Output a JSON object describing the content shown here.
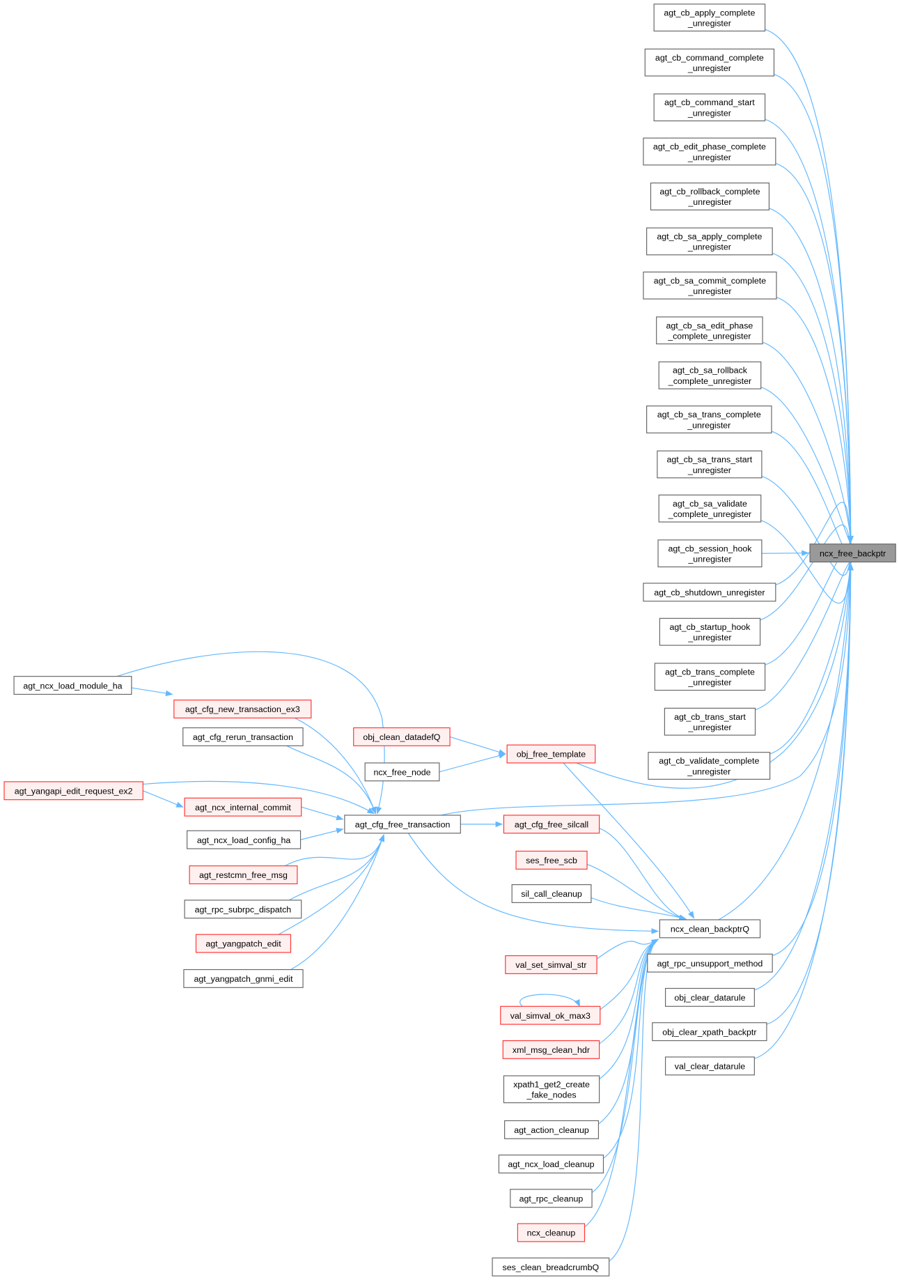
{
  "graph": {
    "title": "ncx_free_backptr caller graph",
    "colors": {
      "edge": "#63b8ff",
      "node_fill": "#ffffff",
      "node_stroke": "#666666",
      "red_fill": "#fff0f0",
      "red_stroke": "#ff3333",
      "current_fill": "#999999",
      "current_stroke": "#666666"
    },
    "nodes": [
      {
        "id": "ncx_free_backptr",
        "label": "ncx_free_backptr",
        "style": "current"
      },
      {
        "id": "n1",
        "label": "agt_cb_apply_complete\n_unregister",
        "style": "normal"
      },
      {
        "id": "n2",
        "label": "agt_cb_command_complete\n_unregister",
        "style": "normal"
      },
      {
        "id": "n3",
        "label": "agt_cb_command_start\n_unregister",
        "style": "normal"
      },
      {
        "id": "n4",
        "label": "agt_cb_edit_phase_complete\n_unregister",
        "style": "normal"
      },
      {
        "id": "n5",
        "label": "agt_cb_rollback_complete\n_unregister",
        "style": "normal"
      },
      {
        "id": "n6",
        "label": "agt_cb_sa_apply_complete\n_unregister",
        "style": "normal"
      },
      {
        "id": "n7",
        "label": "agt_cb_sa_commit_complete\n_unregister",
        "style": "normal"
      },
      {
        "id": "n8",
        "label": "agt_cb_sa_edit_phase\n_complete_unregister",
        "style": "normal"
      },
      {
        "id": "n9",
        "label": "agt_cb_sa_rollback\n_complete_unregister",
        "style": "normal"
      },
      {
        "id": "n10",
        "label": "agt_cb_sa_trans_complete\n_unregister",
        "style": "normal"
      },
      {
        "id": "n11",
        "label": "agt_cb_sa_trans_start\n_unregister",
        "style": "normal"
      },
      {
        "id": "n12",
        "label": "agt_cb_sa_validate\n_complete_unregister",
        "style": "normal"
      },
      {
        "id": "n13",
        "label": "agt_cb_session_hook\n_unregister",
        "style": "normal"
      },
      {
        "id": "n14",
        "label": "agt_cb_shutdown_unregister",
        "style": "normal"
      },
      {
        "id": "n15",
        "label": "agt_cb_startup_hook\n_unregister",
        "style": "normal"
      },
      {
        "id": "n16",
        "label": "agt_cb_trans_complete\n_unregister",
        "style": "normal"
      },
      {
        "id": "n17",
        "label": "agt_cb_trans_start\n_unregister",
        "style": "normal"
      },
      {
        "id": "n18",
        "label": "agt_cb_validate_complete\n_unregister",
        "style": "normal"
      },
      {
        "id": "n19",
        "label": "agt_rpc_unsupport_method",
        "style": "normal"
      },
      {
        "id": "n20",
        "label": "obj_clear_datarule",
        "style": "normal"
      },
      {
        "id": "n21",
        "label": "obj_clear_xpath_backptr",
        "style": "normal"
      },
      {
        "id": "n22",
        "label": "val_clear_datarule",
        "style": "normal"
      },
      {
        "id": "ncx_clean_backptrQ",
        "label": "ncx_clean_backptrQ",
        "style": "normal"
      },
      {
        "id": "obj_free_template",
        "label": "obj_free_template",
        "style": "red"
      },
      {
        "id": "obj_clean_datadefQ",
        "label": "obj_clean_datadefQ",
        "style": "red"
      },
      {
        "id": "ncx_free_node",
        "label": "ncx_free_node",
        "style": "normal"
      },
      {
        "id": "agt_cfg_free_transaction",
        "label": "agt_cfg_free_transaction",
        "style": "normal"
      },
      {
        "id": "agt_cfg_free_silcall",
        "label": "agt_cfg_free_silcall",
        "style": "red"
      },
      {
        "id": "ses_free_scb",
        "label": "ses_free_scb",
        "style": "red"
      },
      {
        "id": "sil_call_cleanup",
        "label": "sil_call_cleanup",
        "style": "normal"
      },
      {
        "id": "val_set_simval_str",
        "label": "val_set_simval_str",
        "style": "red"
      },
      {
        "id": "val_simval_ok_max3",
        "label": "val_simval_ok_max3",
        "style": "red"
      },
      {
        "id": "xml_msg_clean_hdr",
        "label": "xml_msg_clean_hdr",
        "style": "red"
      },
      {
        "id": "xpath1_get2_create_fake_nodes",
        "label": "xpath1_get2_create\n_fake_nodes",
        "style": "normal"
      },
      {
        "id": "agt_action_cleanup",
        "label": "agt_action_cleanup",
        "style": "normal"
      },
      {
        "id": "agt_ncx_load_cleanup",
        "label": "agt_ncx_load_cleanup",
        "style": "normal"
      },
      {
        "id": "agt_rpc_cleanup",
        "label": "agt_rpc_cleanup",
        "style": "normal"
      },
      {
        "id": "ncx_cleanup",
        "label": "ncx_cleanup",
        "style": "red"
      },
      {
        "id": "ses_clean_breadcrumbQ",
        "label": "ses_clean_breadcrumbQ",
        "style": "normal"
      },
      {
        "id": "agt_ncx_load_module_ha",
        "label": "agt_ncx_load_module_ha",
        "style": "normal"
      },
      {
        "id": "agt_cfg_new_transaction_ex3",
        "label": "agt_cfg_new_transaction_ex3",
        "style": "red"
      },
      {
        "id": "agt_cfg_rerun_transaction",
        "label": "agt_cfg_rerun_transaction",
        "style": "normal"
      },
      {
        "id": "agt_yangapi_edit_request_ex2",
        "label": "agt_yangapi_edit_request_ex2",
        "style": "red"
      },
      {
        "id": "agt_ncx_internal_commit",
        "label": "agt_ncx_internal_commit",
        "style": "red"
      },
      {
        "id": "agt_ncx_load_config_ha",
        "label": "agt_ncx_load_config_ha",
        "style": "normal"
      },
      {
        "id": "agt_restcmn_free_msg",
        "label": "agt_restcmn_free_msg",
        "style": "red"
      },
      {
        "id": "agt_rpc_subrpc_dispatch",
        "label": "agt_rpc_subrpc_dispatch",
        "style": "normal"
      },
      {
        "id": "agt_yangpatch_edit",
        "label": "agt_yangpatch_edit",
        "style": "red"
      },
      {
        "id": "agt_yangpatch_gnmi_edit",
        "label": "agt_yangpatch_gnmi_edit",
        "style": "normal"
      }
    ],
    "edges": [
      [
        "n1",
        "ncx_free_backptr"
      ],
      [
        "n2",
        "ncx_free_backptr"
      ],
      [
        "n3",
        "ncx_free_backptr"
      ],
      [
        "n4",
        "ncx_free_backptr"
      ],
      [
        "n5",
        "ncx_free_backptr"
      ],
      [
        "n6",
        "ncx_free_backptr"
      ],
      [
        "n7",
        "ncx_free_backptr"
      ],
      [
        "n8",
        "ncx_free_backptr"
      ],
      [
        "n9",
        "ncx_free_backptr"
      ],
      [
        "n10",
        "ncx_free_backptr"
      ],
      [
        "n11",
        "ncx_free_backptr"
      ],
      [
        "n12",
        "ncx_free_backptr"
      ],
      [
        "n13",
        "ncx_free_backptr"
      ],
      [
        "n14",
        "ncx_free_backptr"
      ],
      [
        "n15",
        "ncx_free_backptr"
      ],
      [
        "n16",
        "ncx_free_backptr"
      ],
      [
        "n17",
        "ncx_free_backptr"
      ],
      [
        "n18",
        "ncx_free_backptr"
      ],
      [
        "n19",
        "ncx_free_backptr"
      ],
      [
        "n20",
        "ncx_free_backptr"
      ],
      [
        "n21",
        "ncx_free_backptr"
      ],
      [
        "n22",
        "ncx_free_backptr"
      ],
      [
        "ncx_clean_backptrQ",
        "ncx_free_backptr"
      ],
      [
        "obj_free_template",
        "ncx_free_backptr"
      ],
      [
        "agt_cfg_free_transaction",
        "ncx_free_backptr"
      ],
      [
        "obj_clean_datadefQ",
        "obj_free_template"
      ],
      [
        "ncx_free_node",
        "obj_free_template"
      ],
      [
        "obj_free_template",
        "ncx_clean_backptrQ"
      ],
      [
        "agt_cfg_free_transaction",
        "agt_cfg_free_silcall"
      ],
      [
        "agt_cfg_free_transaction",
        "ncx_clean_backptrQ"
      ],
      [
        "agt_cfg_free_silcall",
        "ncx_clean_backptrQ"
      ],
      [
        "ses_free_scb",
        "ncx_clean_backptrQ"
      ],
      [
        "sil_call_cleanup",
        "ncx_clean_backptrQ"
      ],
      [
        "val_set_simval_str",
        "ncx_clean_backptrQ"
      ],
      [
        "val_simval_ok_max3",
        "ncx_clean_backptrQ"
      ],
      [
        "val_simval_ok_max3",
        "val_simval_ok_max3"
      ],
      [
        "xml_msg_clean_hdr",
        "ncx_clean_backptrQ"
      ],
      [
        "xpath1_get2_create_fake_nodes",
        "ncx_clean_backptrQ"
      ],
      [
        "agt_action_cleanup",
        "ncx_clean_backptrQ"
      ],
      [
        "agt_ncx_load_cleanup",
        "ncx_clean_backptrQ"
      ],
      [
        "agt_rpc_cleanup",
        "ncx_clean_backptrQ"
      ],
      [
        "ncx_cleanup",
        "ncx_clean_backptrQ"
      ],
      [
        "ses_clean_breadcrumbQ",
        "ncx_clean_backptrQ"
      ],
      [
        "agt_ncx_load_module_ha",
        "agt_cfg_free_transaction"
      ],
      [
        "agt_ncx_load_module_ha",
        "agt_cfg_new_transaction_ex3"
      ],
      [
        "agt_cfg_new_transaction_ex3",
        "agt_cfg_free_transaction"
      ],
      [
        "agt_cfg_rerun_transaction",
        "agt_cfg_free_transaction"
      ],
      [
        "agt_yangapi_edit_request_ex2",
        "agt_cfg_free_transaction"
      ],
      [
        "agt_yangapi_edit_request_ex2",
        "agt_ncx_internal_commit"
      ],
      [
        "agt_ncx_internal_commit",
        "agt_cfg_free_transaction"
      ],
      [
        "agt_ncx_load_config_ha",
        "agt_cfg_free_transaction"
      ],
      [
        "agt_restcmn_free_msg",
        "agt_cfg_free_transaction"
      ],
      [
        "agt_rpc_subrpc_dispatch",
        "agt_cfg_free_transaction"
      ],
      [
        "agt_yangpatch_edit",
        "agt_cfg_free_transaction"
      ],
      [
        "agt_yangpatch_gnmi_edit",
        "agt_cfg_free_transaction"
      ]
    ]
  }
}
